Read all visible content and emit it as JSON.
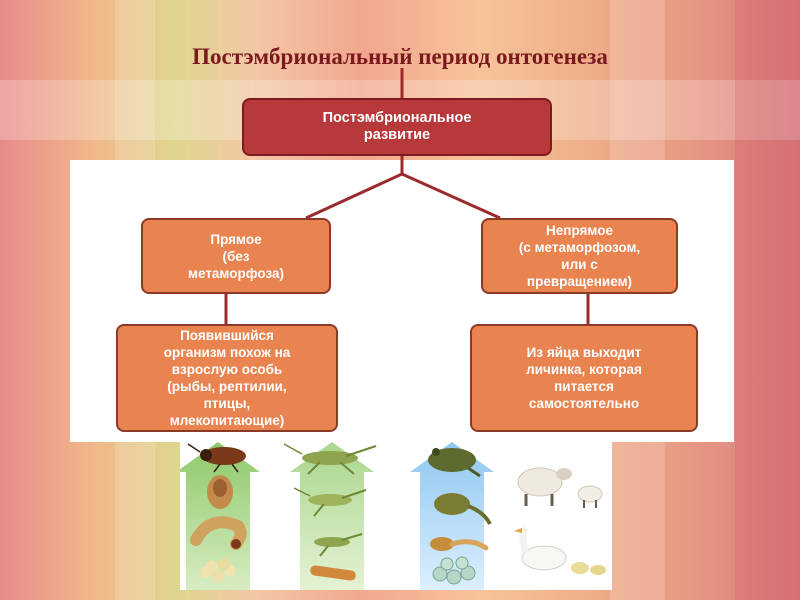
{
  "slide": {
    "title": "Постэмбриональный период онтогенеза"
  },
  "diagram": {
    "root": "Постэмбриональное\nразвитие",
    "direct": "Прямое\n(без\nметаморфоза)",
    "indirect": "Непрямое\n(с метаморфозом,\nили с\nпревращением)",
    "direct_desc": "Появившийся\nорганизм похож на\nвзрослую особь\n(рыбы, рептилии,\nптицы,\nмлекопитающие)",
    "indirect_desc": "Из яйца выходит\nличинка, которая\nпитается\nсамостоятельно"
  },
  "colors": {
    "root_box": "#b8393c",
    "branch_box": "#e98450",
    "connector": "#9b2a2e",
    "title": "#7a1a1f"
  },
  "illustrations": {
    "arrows": [
      "arrow-beetle",
      "arrow-grasshopper",
      "arrow-frog"
    ],
    "icons": [
      "beetle-icon",
      "beetle-pupa-icon",
      "larva-icon",
      "eggs-icon",
      "grasshopper-icon",
      "nymph-icon",
      "young-nymph-icon",
      "egg-pod-icon",
      "frog-icon",
      "young-frog-icon",
      "tadpole-icon",
      "frog-eggs-icon",
      "sheep-icon",
      "lamb-icon",
      "goose-icon",
      "gosling-icon"
    ]
  }
}
